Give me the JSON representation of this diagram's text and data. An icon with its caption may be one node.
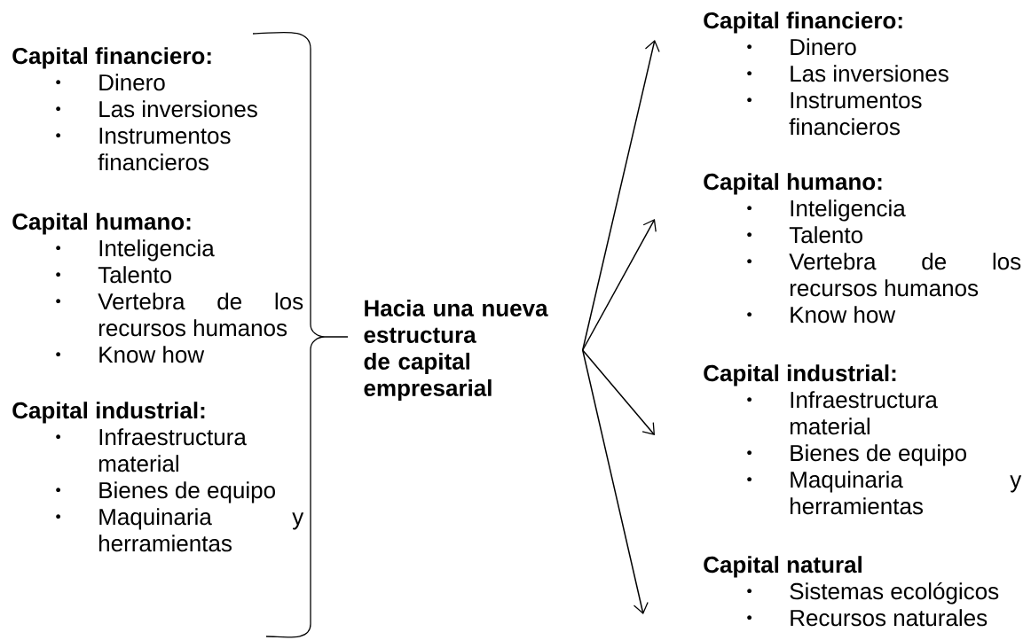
{
  "diagram": {
    "nodes": [
      {
        "text": [
          "Capital financiero:",
          "Dinero",
          "Las inversiones",
          "Instrumentos financieros"
        ]
      },
      {
        "text": [
          "Capital humano:",
          "Inteligencia",
          "Talento",
          "Vertebra de los recursos humanos",
          "Know how"
        ]
      },
      {
        "text": [
          "Capital industrial:",
          "Infraestructura material",
          "Bienes de equipo",
          "Maquinaria y herramientas"
        ]
      },
      {
        "text": [
          "Hacia una nueva estructura de capital empresarial"
        ]
      },
      {
        "text": [
          "Capital financiero:",
          "Dinero",
          "Las inversiones",
          "Instrumentos financieros"
        ]
      },
      {
        "text": [
          "Capital humano:",
          "Inteligencia",
          "Talento",
          "Vertebra de los recursos humanos",
          "Know how"
        ]
      },
      {
        "text": [
          "Capital industrial:",
          "Infraestructura material",
          "Bienes de equipo",
          "Maquinaria y herramientas"
        ]
      },
      {
        "text": [
          "Capital natural",
          "Sistemas ecológicos",
          "Recursos naturales"
        ]
      }
    ],
    "edges": [
      {
        "from": 3,
        "to": 4,
        "arrow": "to"
      },
      {
        "from": 3,
        "to": 5,
        "arrow": "to"
      },
      {
        "from": 3,
        "to": 6,
        "arrow": "to"
      },
      {
        "from": 3,
        "to": 7,
        "arrow": "to"
      }
    ]
  }
}
